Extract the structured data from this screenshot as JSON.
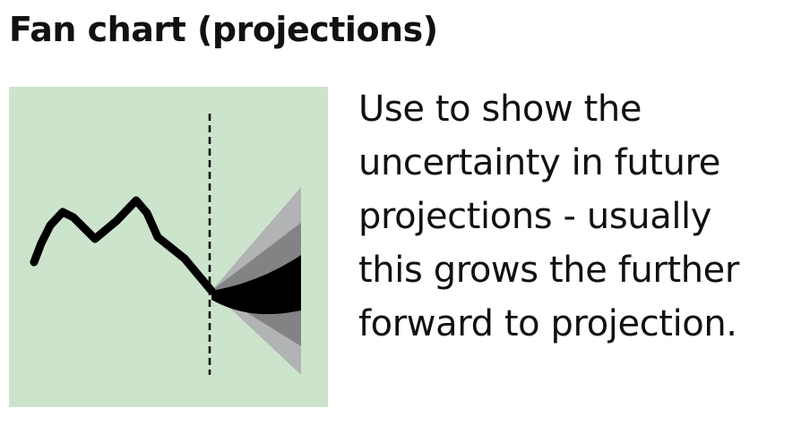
{
  "header": {
    "title": "Fan chart (projections)"
  },
  "description": {
    "lines": [
      "Use to show the",
      "uncertainty in future",
      "projections - usually",
      "this grows the further",
      "forward to projection."
    ]
  },
  "illustration": {
    "icon": "fan-chart-icon",
    "colors": {
      "background": "#cde4cc",
      "history_line": "#000000",
      "divider": "#000000",
      "band_outer": "#b2b3b5",
      "band_middle": "#828385",
      "band_inner": "#000000"
    }
  }
}
